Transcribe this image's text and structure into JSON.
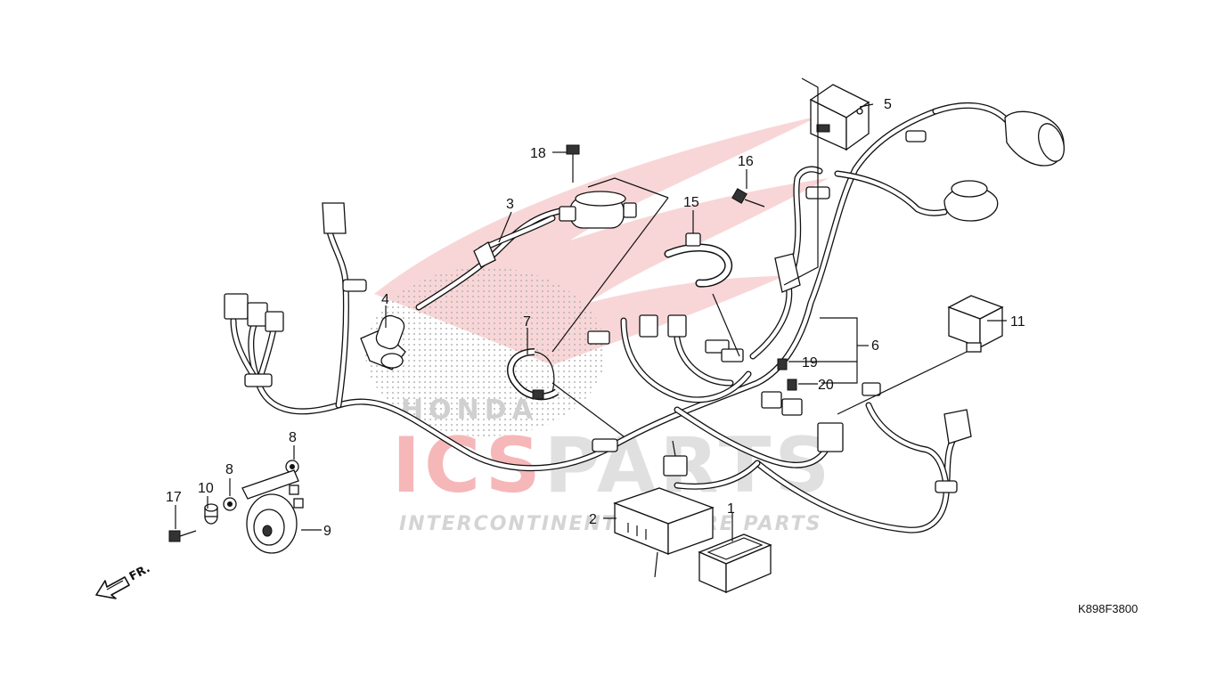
{
  "diagram": {
    "code": "K898F3800",
    "direction_label": "FR.",
    "watermark": {
      "brand": "ICSPARTS",
      "brand_prefix": "ICS",
      "brand_suffix": "PARTS",
      "tagline": "INTERCONTINENTAL SPARE PARTS",
      "logo_text": "HONDA",
      "colors": {
        "red": "#e8343a",
        "grey": "#c8c8c8",
        "wing": "#f2b5b7"
      }
    },
    "callouts": [
      {
        "id": "c1",
        "label": "1"
      },
      {
        "id": "c2",
        "label": "2"
      },
      {
        "id": "c3",
        "label": "3"
      },
      {
        "id": "c4",
        "label": "4"
      },
      {
        "id": "c5",
        "label": "5"
      },
      {
        "id": "c6",
        "label": "6"
      },
      {
        "id": "c7",
        "label": "7"
      },
      {
        "id": "c8a",
        "label": "8"
      },
      {
        "id": "c8b",
        "label": "8"
      },
      {
        "id": "c9",
        "label": "9"
      },
      {
        "id": "c10",
        "label": "10"
      },
      {
        "id": "c11",
        "label": "11"
      },
      {
        "id": "c15",
        "label": "15"
      },
      {
        "id": "c16",
        "label": "16"
      },
      {
        "id": "c17",
        "label": "17"
      },
      {
        "id": "c18",
        "label": "18"
      },
      {
        "id": "c19",
        "label": "19"
      },
      {
        "id": "c20",
        "label": "20"
      }
    ],
    "parts": [
      {
        "id": "p1",
        "icon": "fuse-box-icon"
      },
      {
        "id": "p2",
        "icon": "cdi-unit-icon"
      },
      {
        "id": "p3",
        "icon": "ignition-coil-icon"
      },
      {
        "id": "p4",
        "icon": "spark-plug-cap-icon"
      },
      {
        "id": "p5",
        "icon": "relay-module-icon"
      },
      {
        "id": "p6",
        "icon": "wire-harness-icon"
      },
      {
        "id": "p7",
        "icon": "band-clamp-icon"
      },
      {
        "id": "p8",
        "icon": "washer-icon"
      },
      {
        "id": "p9",
        "icon": "horn-icon"
      },
      {
        "id": "p10",
        "icon": "collar-icon"
      },
      {
        "id": "p11",
        "icon": "starter-relay-icon"
      },
      {
        "id": "p15",
        "icon": "cable-tie-icon"
      },
      {
        "id": "p16",
        "icon": "bolt-icon"
      },
      {
        "id": "p17",
        "icon": "bolt-icon"
      },
      {
        "id": "p18",
        "icon": "bolt-icon"
      },
      {
        "id": "p19",
        "icon": "fuse-icon"
      },
      {
        "id": "p20",
        "icon": "fuse-icon"
      }
    ]
  }
}
